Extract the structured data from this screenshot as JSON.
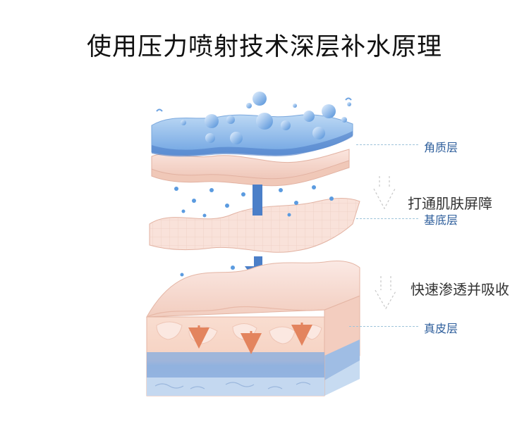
{
  "title": "使用压力喷射技术深层补水原理",
  "layers": {
    "stratum_corneum": "角质层",
    "basal": "基底层",
    "dermis": "真皮层"
  },
  "steps": {
    "step1": "打通肌肤屏障",
    "step2": "快速渗透并吸收"
  },
  "colors": {
    "label": "#2f5f9c",
    "water": "#5b9be0",
    "arrow_blue": "#4b7fc8",
    "arrow_orange": "#e3845e",
    "skin_pink": "#f4d3c6"
  }
}
